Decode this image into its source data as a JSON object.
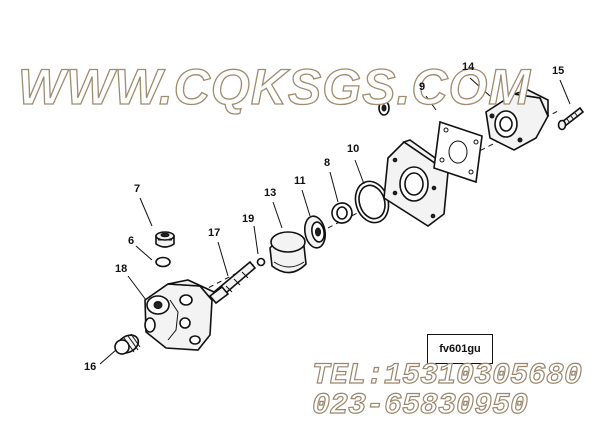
{
  "watermark": "WWW.CQKSGS.COM",
  "reference_code": "fv601gu",
  "contact": {
    "tel": "TEL:15310305680",
    "alt_tel": "023-65830950"
  },
  "callouts": {
    "c14": "14",
    "c15": "15",
    "c9": "9",
    "c8": "8",
    "c10": "10",
    "c11": "11",
    "c13": "13",
    "c7": "7",
    "c6": "6",
    "c17": "17",
    "c19": "19",
    "c18": "18",
    "c16": "16"
  },
  "colors": {
    "line": "#111111",
    "watermark_outline": "#a08b6f"
  }
}
